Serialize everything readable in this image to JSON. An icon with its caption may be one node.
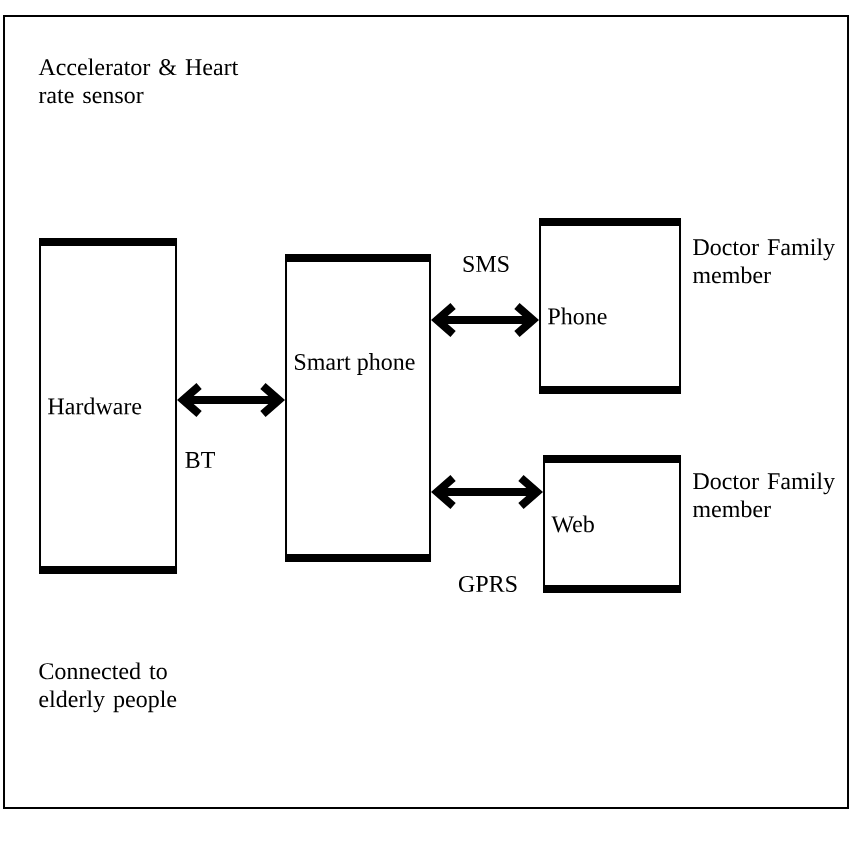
{
  "diagram": {
    "nodes": [
      {
        "text": [
          "Hardware"
        ]
      },
      {
        "text": [
          "Smart phone"
        ]
      },
      {
        "text": [
          "Phone"
        ],
        "beside": [
          "Doctor Family member"
        ]
      },
      {
        "text": [
          "Web"
        ],
        "beside": [
          "Doctor Family member"
        ]
      }
    ],
    "edges": [
      {
        "from": 0,
        "to": 1,
        "arrow": "both",
        "label": "BT"
      },
      {
        "from": 1,
        "to": 2,
        "arrow": "both",
        "label": "SMS"
      },
      {
        "from": 1,
        "to": 3,
        "arrow": "both",
        "label": "GPRS"
      }
    ],
    "labels": [
      "Accelerator & Heart rate sensor",
      "Connected to elderly people"
    ]
  }
}
